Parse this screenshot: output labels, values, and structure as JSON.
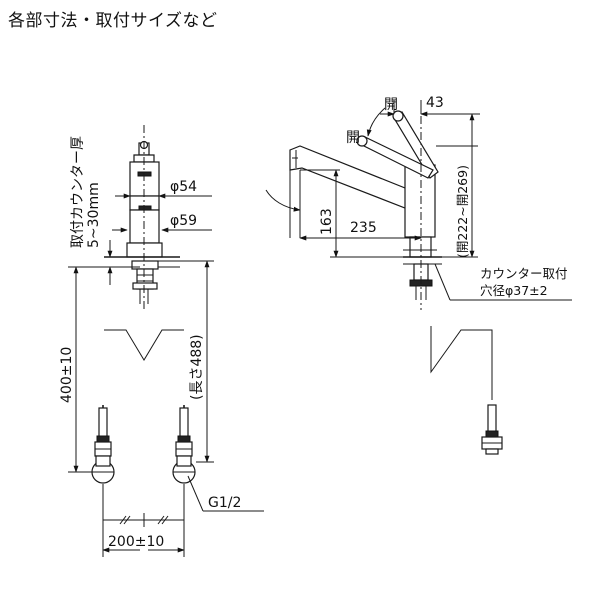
{
  "title": "各部寸法・取付サイズなど",
  "front_view": {
    "counter_thickness_label": "取付カウンター厚",
    "counter_thickness_value": "5~30mm",
    "body_diameter_upper": "φ54",
    "body_diameter_lower": "φ59",
    "supply_length": "400±10",
    "hose_length": "(長さ488)",
    "thread_size": "G1/2",
    "pitch": "200±10"
  },
  "side_view": {
    "open_label_top": "開",
    "open_label_left": "開",
    "lever_offset": "43",
    "spout_height": "163",
    "spout_reach": "235",
    "total_height": "(開222~開269)",
    "counter_hole_label": "カウンター取付",
    "counter_hole_size": "穴径φ37±2"
  }
}
